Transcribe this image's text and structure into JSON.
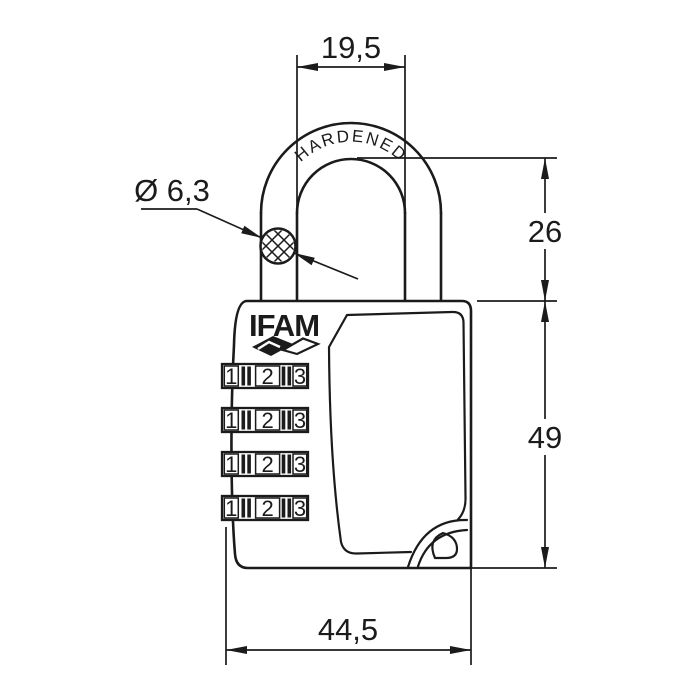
{
  "drawing": {
    "brand_logo": "IFAM",
    "shackle_marking": "HARDENED",
    "dial_rows": 4,
    "dial_digits": [
      "1",
      "2",
      "3"
    ]
  },
  "dimensions": {
    "shackle_inner_width": "19,5",
    "shackle_diameter": "Ø 6,3",
    "shackle_height": "26",
    "body_height": "49",
    "body_width": "44,5"
  },
  "colors": {
    "line": "#1b1b1b",
    "background": "#ffffff"
  }
}
